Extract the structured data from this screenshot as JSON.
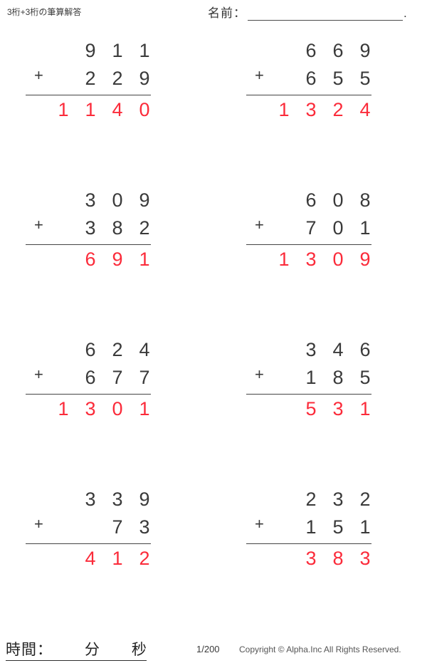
{
  "header": {
    "title": "3桁+3桁の筆算解答",
    "name_label": "名前：",
    "name_value": "",
    "name_trailing_dot": "."
  },
  "worksheet": {
    "operator": "+",
    "columns": 2,
    "rows": 4,
    "problems": [
      {
        "index": 1,
        "addend1": "911",
        "addend2": "229",
        "operator": "+",
        "answer": "1140",
        "answer_digits": [
          "1",
          "1",
          "4",
          "0"
        ]
      },
      {
        "index": 2,
        "addend1": "669",
        "addend2": "655",
        "operator": "+",
        "answer": "1324",
        "answer_digits": [
          "1",
          "3",
          "2",
          "4"
        ]
      },
      {
        "index": 3,
        "addend1": "309",
        "addend2": "382",
        "operator": "+",
        "answer": "691",
        "answer_digits": [
          "6",
          "9",
          "1"
        ]
      },
      {
        "index": 4,
        "addend1": "608",
        "addend2": "701",
        "operator": "+",
        "answer": "1309",
        "answer_digits": [
          "1",
          "3",
          "0",
          "9"
        ]
      },
      {
        "index": 5,
        "addend1": "624",
        "addend2": "677",
        "operator": "+",
        "answer": "1301",
        "answer_digits": [
          "1",
          "3",
          "0",
          "1"
        ]
      },
      {
        "index": 6,
        "addend1": "346",
        "addend2": "185",
        "operator": "+",
        "answer": "531",
        "answer_digits": [
          "5",
          "3",
          "1"
        ]
      },
      {
        "index": 7,
        "addend1": "339",
        "addend2": "73",
        "operator": "+",
        "answer": "412",
        "answer_digits": [
          "4",
          "1",
          "2"
        ]
      },
      {
        "index": 8,
        "addend1": "232",
        "addend2": "151",
        "operator": "+",
        "answer": "383",
        "answer_digits": [
          "3",
          "8",
          "3"
        ]
      }
    ]
  },
  "footer": {
    "time_label": "時間：",
    "minutes_unit": "分",
    "seconds_unit": "秒",
    "page_number": "1/200",
    "copyright": "Copyright © Alpha.Inc All Rights Reserved."
  },
  "colors": {
    "answer_red": "#fb2b3a",
    "ink": "#3a3a3a",
    "rule": "#444444"
  }
}
